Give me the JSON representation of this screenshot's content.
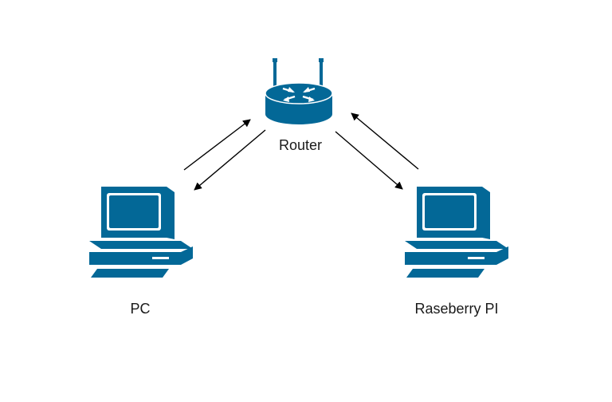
{
  "nodes": {
    "router": {
      "label": "Router",
      "icon": "router-icon"
    },
    "pc": {
      "label": "PC",
      "icon": "desktop-computer-icon"
    },
    "raspberry": {
      "label": "Raseberry PI",
      "icon": "desktop-computer-icon"
    }
  },
  "connections": [
    {
      "from": "pc",
      "to": "router",
      "direction": "bidirectional"
    },
    {
      "from": "router",
      "to": "raspberry",
      "direction": "bidirectional"
    }
  ],
  "colors": {
    "icon_fill": "#036897",
    "icon_detail": "#ffffff",
    "arrow": "#000000",
    "label": "#1a1a1a"
  }
}
